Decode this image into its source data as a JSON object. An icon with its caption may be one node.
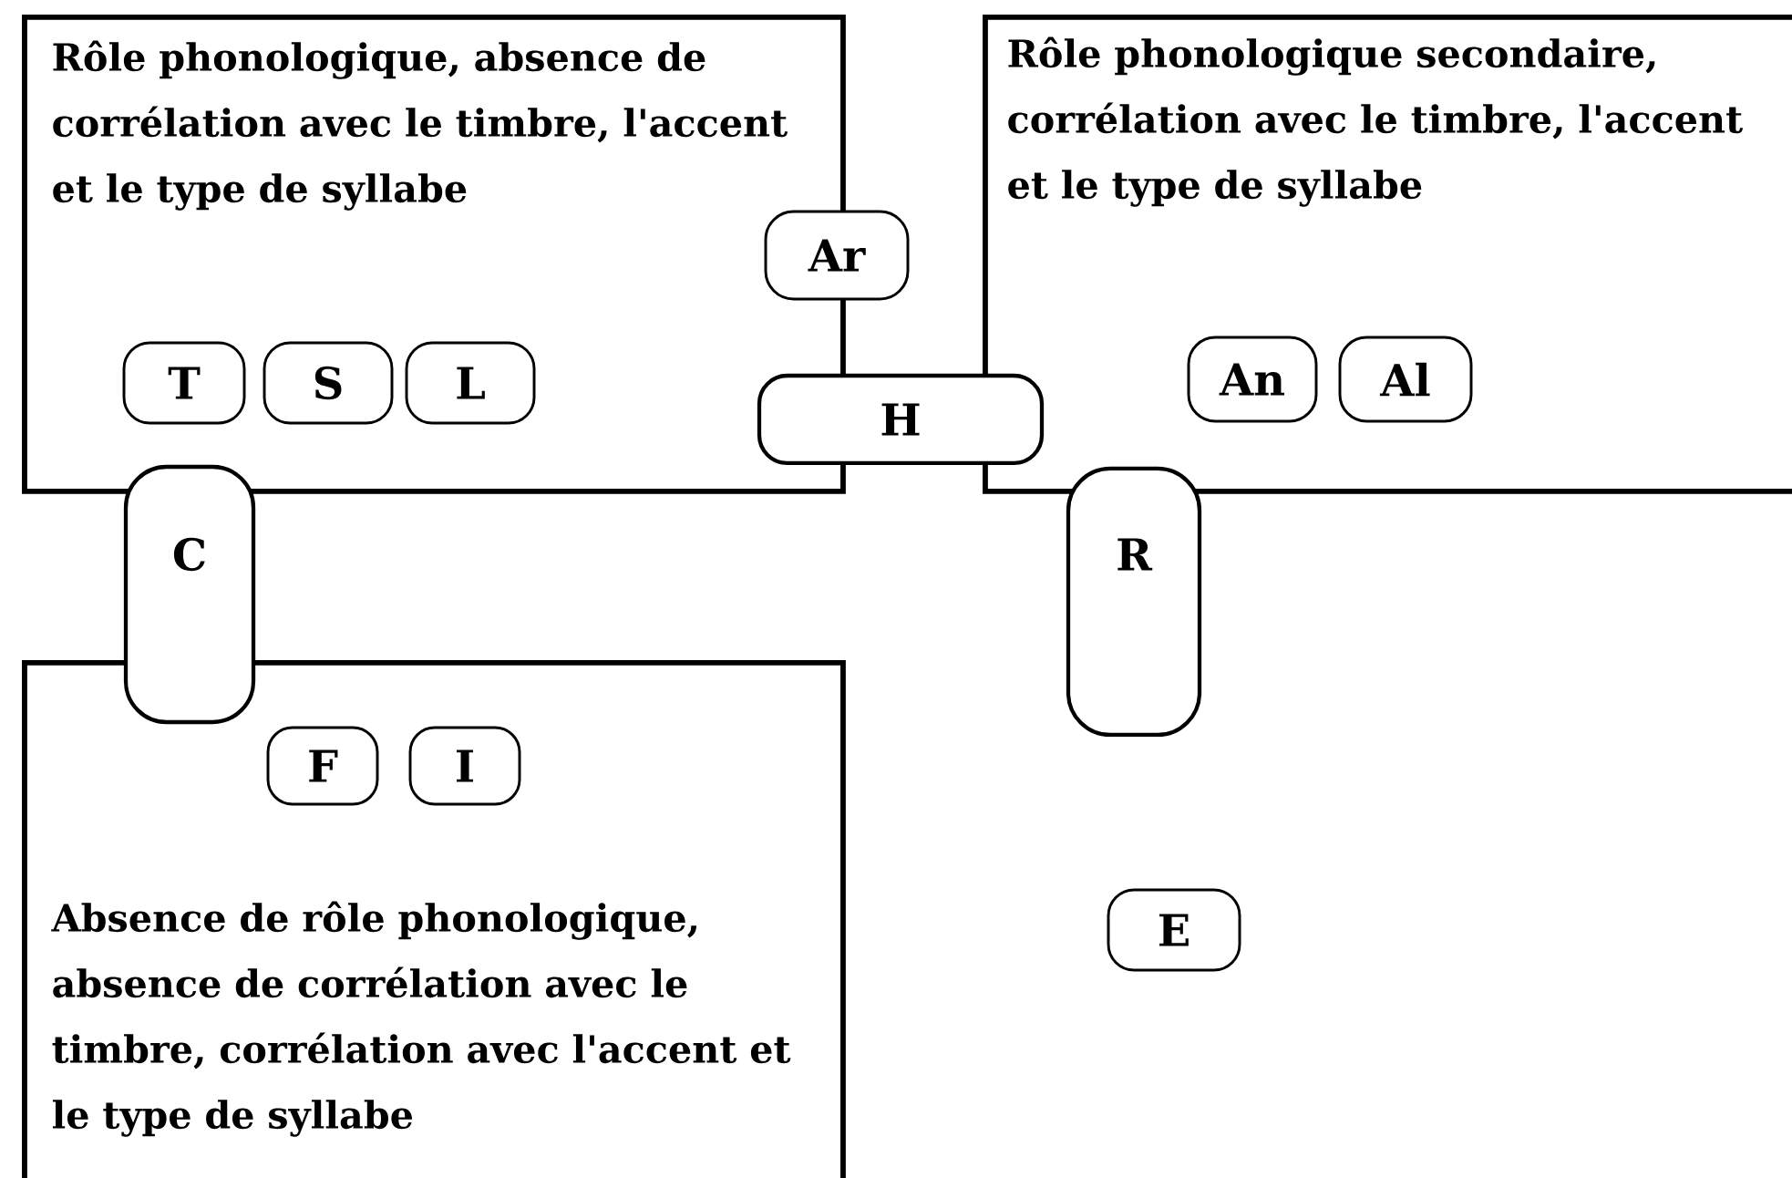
{
  "diagram": {
    "nodes": [
      {
        "text": [
          "Rôle phonologique, absence de corrélation avec le timbre, l'accent et le type de syllabe"
        ]
      },
      {
        "text": [
          "T"
        ],
        "in": 0
      },
      {
        "text": [
          "S"
        ],
        "in": 0
      },
      {
        "text": [
          "L"
        ],
        "in": 0
      },
      {
        "text": [
          "Ar"
        ]
      },
      {
        "text": [
          "H"
        ]
      },
      {
        "text": [
          "Rôle phonologique secondaire, corrélation avec le timbre, l'accent et le type de syllabe"
        ]
      },
      {
        "text": [
          "An"
        ],
        "in": 6
      },
      {
        "text": [
          "Al"
        ],
        "in": 6
      },
      {
        "text": [
          "C"
        ]
      },
      {
        "text": [
          "R"
        ]
      },
      {
        "text": [
          "Absence de rôle phonologique, absence de corrélation avec le timbre, corrélation avec l'accent et le type de syllabe"
        ]
      },
      {
        "text": [
          "F"
        ],
        "in": 11
      },
      {
        "text": [
          "I"
        ],
        "in": 11
      },
      {
        "text": [
          "E"
        ]
      }
    ]
  }
}
